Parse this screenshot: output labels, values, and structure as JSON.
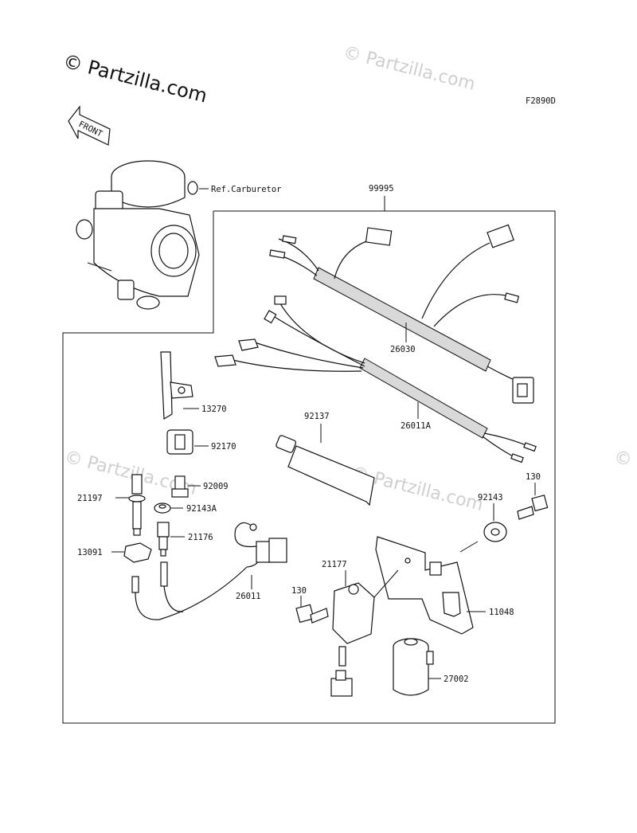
{
  "watermark": {
    "main": "© Partzilla.com",
    "faint": "© Partzilla.com"
  },
  "diagram_code": "F2890D",
  "front_arrow_text": "FRONT",
  "reference_label": "Ref.Carburetor",
  "kit_number": "99995",
  "parts": [
    {
      "id": "26030",
      "label": "26030"
    },
    {
      "id": "26011A",
      "label": "26011A"
    },
    {
      "id": "92137",
      "label": "92137"
    },
    {
      "id": "13270",
      "label": "13270"
    },
    {
      "id": "92170",
      "label": "92170"
    },
    {
      "id": "92009",
      "label": "92009"
    },
    {
      "id": "21197",
      "label": "21197"
    },
    {
      "id": "92143A",
      "label": "92143A"
    },
    {
      "id": "21176",
      "label": "21176"
    },
    {
      "id": "13091",
      "label": "13091"
    },
    {
      "id": "26011",
      "label": "26011"
    },
    {
      "id": "130a",
      "label": "130"
    },
    {
      "id": "92143",
      "label": "92143"
    },
    {
      "id": "21177",
      "label": "21177"
    },
    {
      "id": "130b",
      "label": "130"
    },
    {
      "id": "11048",
      "label": "11048"
    },
    {
      "id": "27002",
      "label": "27002"
    }
  ]
}
